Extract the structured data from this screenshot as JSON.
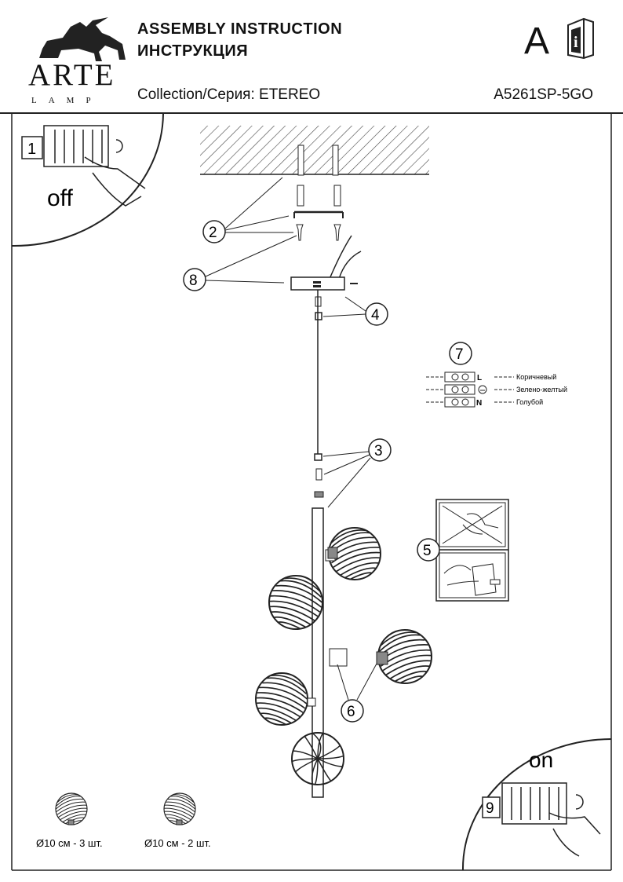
{
  "header": {
    "brand": "ARTE",
    "brand_sub": "LAMP",
    "title_en": "ASSEMBLY INSTRUCTION",
    "title_ru": "ИНСТРУКЦИЯ",
    "collection": "Collection/Серия: ETEREO",
    "model": "A5261SP-5GO",
    "language_letter": "A",
    "info_icon_letter": "i"
  },
  "steps": {
    "s1": "1",
    "s2": "2",
    "s3": "3",
    "s4": "4",
    "s5": "5",
    "s6": "6",
    "s7": "7",
    "s8": "8",
    "s9": "9"
  },
  "switch_off": "off",
  "switch_on": "on",
  "wiring": {
    "l_label": "L",
    "n_label": "N",
    "brown": "Коричневый",
    "green_yellow": "Зелено-желтый",
    "blue": "Голубой"
  },
  "shades": {
    "shade_a": "Ø10 см - 3 шт.",
    "shade_b": "Ø10 см - 2 шт."
  },
  "colors": {
    "ink": "#222222",
    "background": "#ffffff"
  }
}
